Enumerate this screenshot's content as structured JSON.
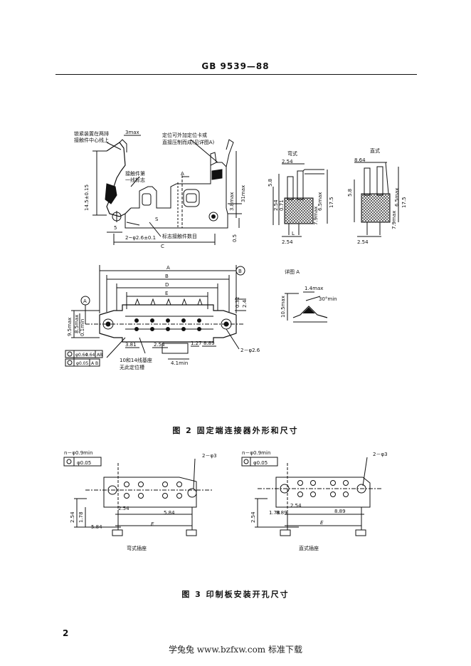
{
  "header": {
    "standard_code": "GB 9539—88"
  },
  "figure2": {
    "caption": "图 2  固定端连接器外形和尺寸",
    "notes": {
      "lock_note_1": "锁紧装置在两排",
      "lock_note_2": "接触件中心线上",
      "position_note_1": "定位可外加定位卡或",
      "position_note_2": "直接压制而成(见详图A)",
      "contact_note_1": "接触件第",
      "contact_note_2": "一线标志",
      "mark_note": "标志接触件数目",
      "hole_note": "2~φ2.6±0.1",
      "bent_title": "弯式",
      "straight_title": "直式",
      "detail_title": "详图 A",
      "keying_note_1": "10和14线基座",
      "keying_note_2": "无此定位槽",
      "hole2": "2－φ2.6"
    },
    "dims": {
      "three_max": "3max",
      "s": "S",
      "sec_a": "A",
      "c": "C",
      "h15": "14.5±0.15",
      "h3": "3.8max",
      "h31": "31max",
      "r05": "0.5",
      "five": "5",
      "a": "A",
      "b": "B",
      "d": "D",
      "e": "E",
      "datum_a": "A",
      "datum_b": "B",
      "d381": "3.81",
      "d254": "2.54",
      "d127": "1.27",
      "d889": "8.89",
      "d41": "4.1min",
      "d065": "9.5max",
      "d85": "8.5max",
      "d01": "0.1min",
      "d032": "0.32",
      "d24": "2.4",
      "tol1a": "φ0.64",
      "tol1b": "0.64",
      "tol1c": "A",
      "tol1d": "B",
      "tol2a": "φ0.05",
      "tol2b": "A",
      "tol2c": "B",
      "b254": "2.54",
      "b254b": "2.54",
      "b071": "0.71",
      "b65": "6.5max",
      "b79": "7.9max",
      "b175": "17.5",
      "b5": "5.8",
      "bl": "L",
      "b254c": "2.54",
      "s864": "8.64",
      "s65": "6.5max",
      "s79": "7.9max",
      "s175": "17.5",
      "s254": "2.54",
      "s58": "5.8",
      "detail_14": "1.4max",
      "detail_30": "30°min",
      "detail_105": "10.5max"
    }
  },
  "figure3": {
    "caption": "图 3  印制板安装开孔尺寸",
    "left": {
      "label": "弯式插座",
      "hole_spec": "n－φ0.9min",
      "tol": "φ0.05",
      "big_hole": "2－φ3",
      "d254a": "2.54",
      "d254b": "2.54",
      "d178": "1.78",
      "d584a": "5.84",
      "d584b": "5.84",
      "e": "E"
    },
    "right": {
      "label": "直式插座",
      "hole_spec": "n－φ0.9min",
      "tol": "φ0.05",
      "big_hole": "2－φ3",
      "d254a": "2.54",
      "d254b": "2.54",
      "d178": "1.78",
      "d889a": "8.89",
      "d889b": "8.89",
      "e": "E"
    }
  },
  "page": {
    "number": "2"
  },
  "footer": {
    "text": "学兔兔  www.bzfxw.com  标准下载"
  }
}
